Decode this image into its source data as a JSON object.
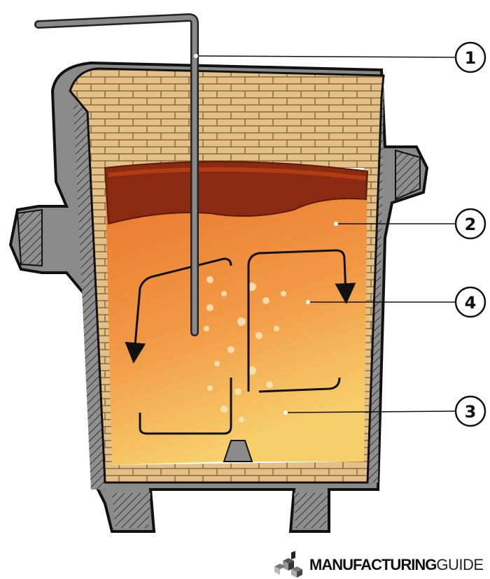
{
  "diagram": {
    "callouts": [
      {
        "number": "1"
      },
      {
        "number": "2"
      },
      {
        "number": "4"
      },
      {
        "number": "3"
      }
    ]
  },
  "logo": {
    "text_bold": "MANUFACTURING",
    "text_light": "GUIDE"
  },
  "colors": {
    "shell": "#8a8a8a",
    "brick": "#e2c088",
    "steel": "#f08a30",
    "slag": "#8a2a10"
  }
}
